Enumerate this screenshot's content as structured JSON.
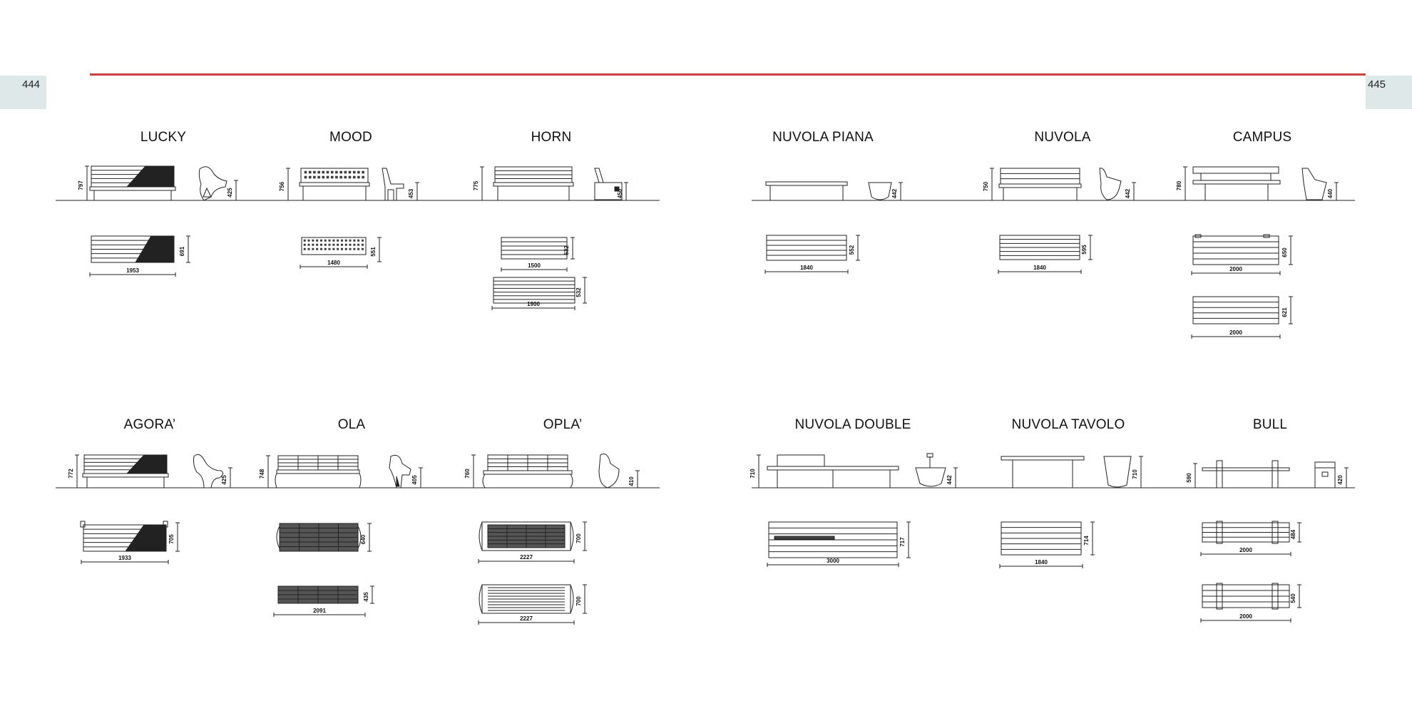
{
  "pages": {
    "left": "444",
    "right": "445"
  },
  "colors": {
    "accent_rule": "#e03a3a",
    "page_tab": "#dfe8e8",
    "line": "#222222"
  },
  "products": [
    {
      "id": "lucky",
      "name": "LUCKY",
      "height": "797",
      "seat_height": "425",
      "plans": [
        {
          "width": "1953",
          "depth": "691"
        }
      ]
    },
    {
      "id": "mood",
      "name": "MOOD",
      "height": "756",
      "seat_height": "453",
      "plans": [
        {
          "width": "1480",
          "depth": "551"
        }
      ]
    },
    {
      "id": "horn",
      "name": "HORN",
      "height": "775",
      "seat_height": "450",
      "plans": [
        {
          "width": "1500",
          "depth": "532"
        },
        {
          "width": "1900",
          "depth": "532"
        }
      ]
    },
    {
      "id": "nuvola-piana",
      "name": "NUVOLA PIANA",
      "height": "",
      "seat_height": "442",
      "plans": [
        {
          "width": "1840",
          "depth": "552"
        }
      ]
    },
    {
      "id": "nuvola",
      "name": "NUVOLA",
      "height": "750",
      "seat_height": "442",
      "plans": [
        {
          "width": "1840",
          "depth": "595"
        }
      ]
    },
    {
      "id": "campus",
      "name": "CAMPUS",
      "height": "780",
      "seat_height": "440",
      "plans": [
        {
          "width": "2000",
          "depth": "650"
        },
        {
          "width": "2000",
          "depth": "621"
        }
      ]
    },
    {
      "id": "agora",
      "name": "AGORA’",
      "height": "772",
      "seat_height": "425",
      "plans": [
        {
          "width": "1933",
          "depth": "705"
        }
      ]
    },
    {
      "id": "ola",
      "name": "OLA",
      "height": "748",
      "seat_height": "405",
      "plans": [
        {
          "width": "",
          "depth": "640"
        },
        {
          "width": "2091",
          "depth": "435"
        }
      ]
    },
    {
      "id": "opla",
      "name": "OPLA’",
      "height": "760",
      "seat_height": "410",
      "plans": [
        {
          "width": "2227",
          "depth": "700"
        },
        {
          "width": "2227",
          "depth": "700"
        }
      ]
    },
    {
      "id": "nuvola-double",
      "name": "NUVOLA DOUBLE",
      "height": "710",
      "seat_height": "442",
      "plans": [
        {
          "width": "3000",
          "depth": "717"
        }
      ]
    },
    {
      "id": "nuvola-tavolo",
      "name": "NUVOLA TAVOLO",
      "height": "",
      "seat_height": "710",
      "plans": [
        {
          "width": "1840",
          "depth": "714"
        }
      ]
    },
    {
      "id": "bull",
      "name": "BULL",
      "height": "590",
      "seat_height": "420",
      "plans": [
        {
          "width": "2000",
          "depth": "484"
        },
        {
          "width": "2000",
          "depth": "540"
        }
      ]
    }
  ]
}
